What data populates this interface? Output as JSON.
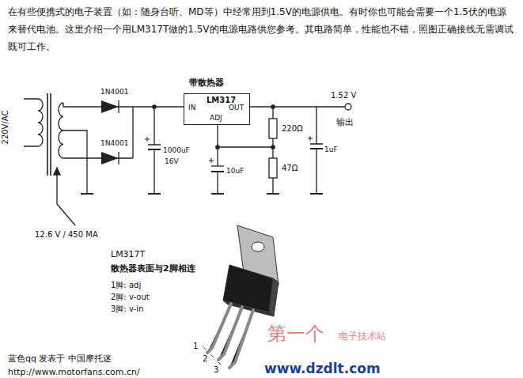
{
  "diagram": {
    "nodes": [
      {
        "text": [
          "带散热器",
          "LM317",
          "IN",
          "OUT",
          "ADJ"
        ]
      }
    ],
    "labels": [
      "在有些便携式的电子装置（如：随身台听、MD等）中经常用到1.5V的电源供电。有时你也可能会需要一个1.5伏的电源来替代电池。这里介绍一个用LM317T做的1.5V的电源电路供您参考。其电路简单，性能也不错，照图正确接线无需调试既可工作。",
      "220V/AC",
      "1N4001",
      "1N4001",
      "1000uF",
      "16V",
      "1.52 V",
      "输出",
      "220Ω",
      "47Ω",
      "10uF",
      "1uF",
      "12.6 V / 450 MA",
      "LM317T",
      "散热器表面与2脚相连",
      "1脚: adj",
      "2脚: v-out",
      "3脚: v-in",
      "1",
      "2",
      "3",
      "第一个",
      "电子技术站",
      "www.dzdlt.com",
      "蓝色qq 发表于 中国摩托迷",
      "http://www.motorfans.com.cn/"
    ]
  }
}
